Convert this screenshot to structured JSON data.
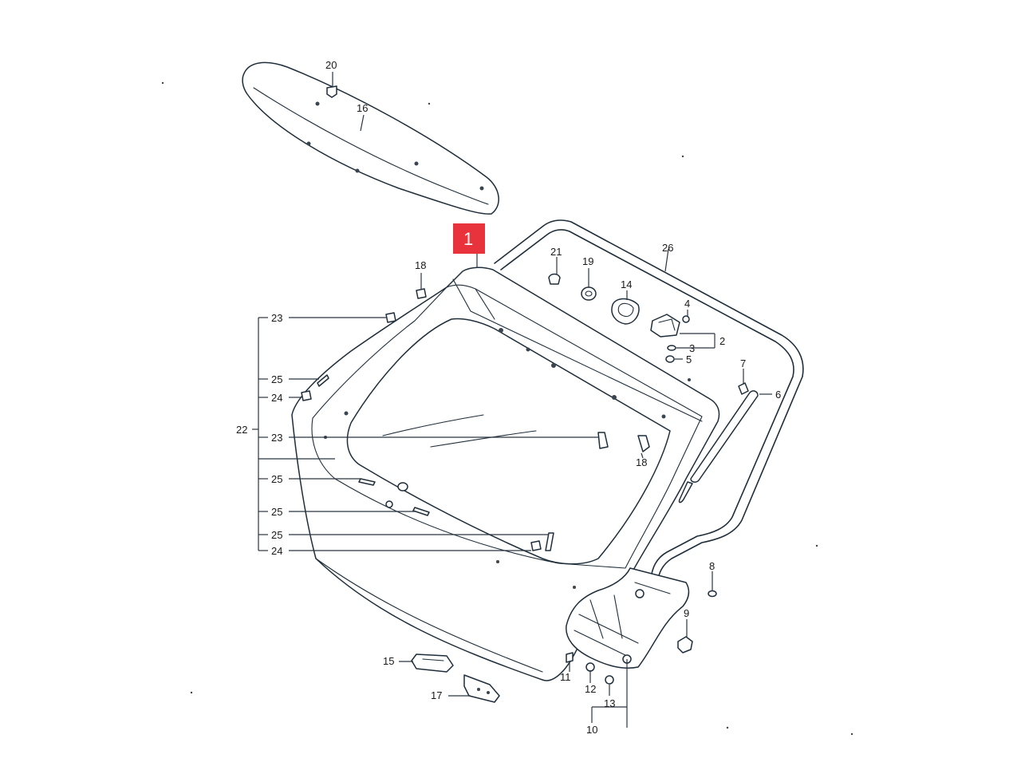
{
  "highlight": {
    "label": "1",
    "color": "#e8333d"
  },
  "callouts": {
    "c2": "2",
    "c3": "3",
    "c4": "4",
    "c5": "5",
    "c6": "6",
    "c7": "7",
    "c8": "8",
    "c9": "9",
    "c10": "10",
    "c11": "11",
    "c12": "12",
    "c13": "13",
    "c14": "14",
    "c15": "15",
    "c16": "16",
    "c17": "17",
    "c18a": "18",
    "c18b": "18",
    "c19": "19",
    "c20": "20",
    "c21": "21",
    "c22": "22",
    "c23a": "23",
    "c23b": "23",
    "c24a": "24",
    "c24b": "24",
    "c25a": "25",
    "c25b": "25",
    "c25c": "25",
    "c25d": "25",
    "c26": "26"
  }
}
